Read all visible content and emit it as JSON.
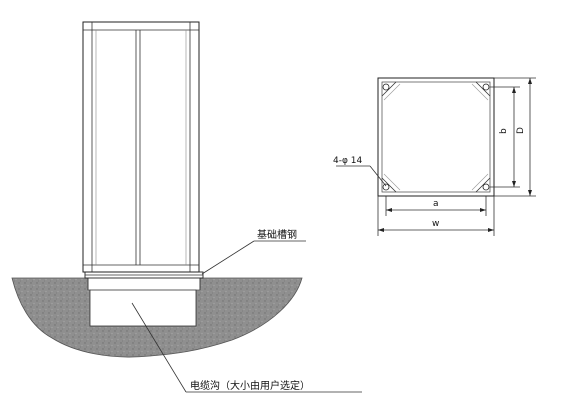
{
  "labels": {
    "base_channel": "基础槽钢",
    "cable_trench": "电缆沟（大小由用户选定）",
    "hole_spec": "4-φ 14",
    "dim_a": "a",
    "dim_w": "w",
    "dim_b": "b",
    "dim_d": "D"
  },
  "colors": {
    "ground_fill": "#8f8f8f",
    "line": "#222222",
    "paper": "#ffffff"
  }
}
